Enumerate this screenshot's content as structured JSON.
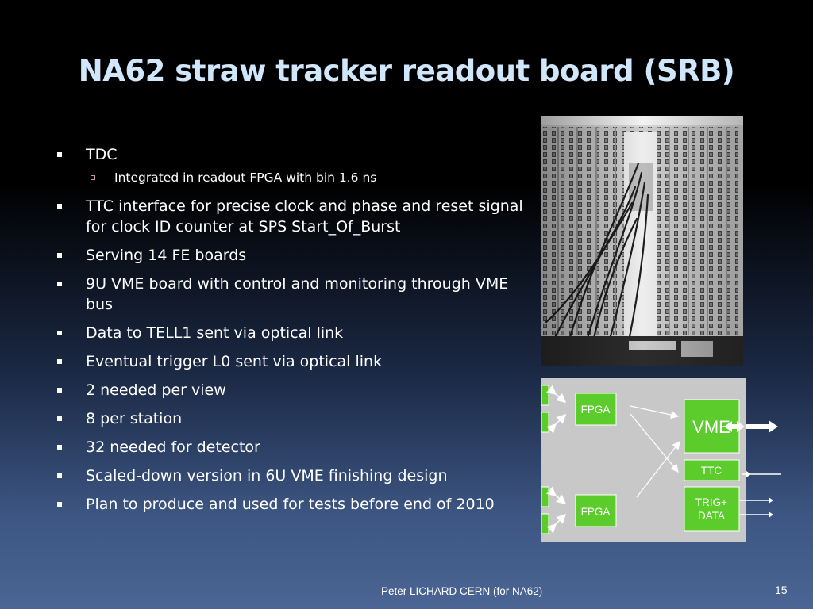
{
  "slide": {
    "title": "NA62 straw tracker readout board (SRB)",
    "bullets": [
      {
        "text": "TDC",
        "sub": [
          "Integrated in readout FPGA with bin 1.6 ns"
        ]
      },
      {
        "text": "TTC interface for precise clock and phase and reset signal for clock ID counter at SPS Start_Of_Burst"
      },
      {
        "text": "Serving 14 FE boards"
      },
      {
        "text": "9U VME board with control and monitoring through VME bus"
      },
      {
        "text": "Data to TELL1 sent via optical link"
      },
      {
        "text": "Eventual trigger L0 sent via optical link"
      },
      {
        "text": "2 needed per view"
      },
      {
        "text": "8 per station"
      },
      {
        "text": "32 needed for detector"
      },
      {
        "text": "Scaled-down version in 6U VME finishing design"
      },
      {
        "text": "Plan to produce and used for tests before end of 2010"
      }
    ],
    "footer": "Peter LICHARD CERN (for NA62)",
    "page_number": "15"
  },
  "diagram": {
    "fpga_top": "FPGA",
    "fpga_bottom": "FPGA",
    "vme": "VME",
    "ttc": "TTC",
    "trig_line1": "TRIG+",
    "trig_line2": "DATA"
  },
  "colors": {
    "title": "#cfe6fb",
    "block_green": "#5ccc2c",
    "diagram_bg": "#c8c8c8"
  }
}
